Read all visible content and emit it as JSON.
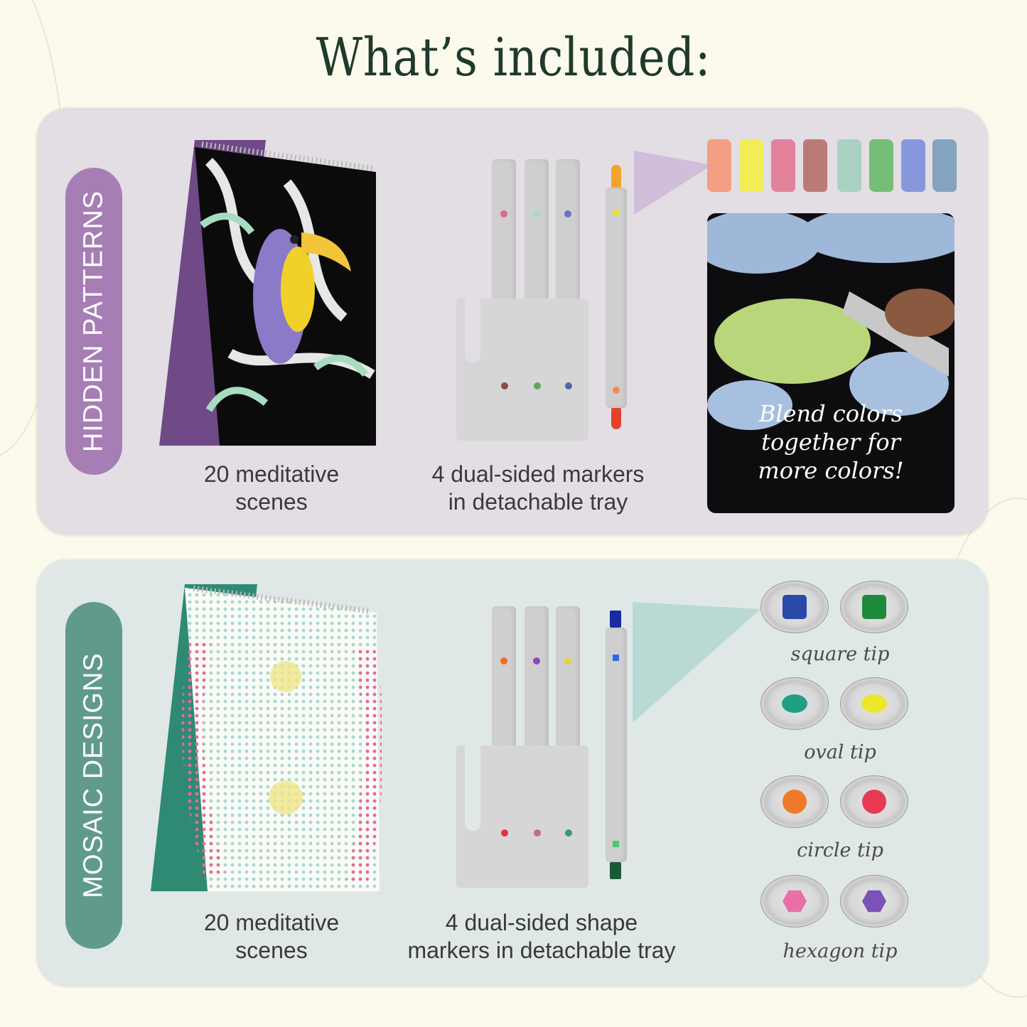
{
  "title": "What’s included:",
  "sections": [
    {
      "label": "HIDDEN PATTERNS",
      "color": "#a67db5",
      "book_caption": [
        "20 meditative",
        "scenes"
      ],
      "markers_caption": [
        "4 dual-sided markers",
        "in detachable tray"
      ],
      "marker_dot_colors": [
        "#d86a8a",
        "#a6dcc8",
        "#6a73c8"
      ],
      "marker_bottom_dot_colors": [
        "#8c4a4a",
        "#5da860",
        "#4a6aa8"
      ],
      "single_marker_colors": {
        "top": "#f2a32a",
        "top_dot": "#f0dc3a",
        "bottom_dot": "#f08a5a",
        "bottom": "#e6402a"
      },
      "swatches": [
        "#f39a78",
        "#f2ee4a",
        "#e27a96",
        "#b8716e",
        "#a6cfc0",
        "#6dba6f",
        "#7f90db",
        "#7c9dbb"
      ],
      "callout": [
        "Blend colors",
        "together for",
        "more colors!"
      ]
    },
    {
      "label": "MOSAIC DESIGNS",
      "color": "#5f9a8d",
      "book_caption": [
        "20 meditative",
        "scenes"
      ],
      "markers_caption": [
        "4 dual-sided shape",
        "markers in detachable tray"
      ],
      "marker_dot_colors": [
        "#f26a2a",
        "#8a4ab8",
        "#e6d23a"
      ],
      "marker_bottom_dot_colors": [
        "#e6303a",
        "#c26a8a",
        "#3a9a6a"
      ],
      "single_marker_colors": {
        "top": "#1a2aa0",
        "top_dot": "#2a6ae0",
        "bottom_dot": "#4ac86a",
        "bottom": "#1a5a3a"
      },
      "tips": [
        {
          "label": "square tip",
          "shape": "square",
          "colors": [
            "#2a4aa8",
            "#1e8a3e"
          ]
        },
        {
          "label": "oval tip",
          "shape": "oval",
          "colors": [
            "#1fa082",
            "#eee62a"
          ]
        },
        {
          "label": "circle tip",
          "shape": "circle",
          "colors": [
            "#f07a2a",
            "#e83a52"
          ]
        },
        {
          "label": "hexagon tip",
          "shape": "hexagon",
          "colors": [
            "#ea6fa8",
            "#7a52b8"
          ]
        }
      ]
    }
  ]
}
